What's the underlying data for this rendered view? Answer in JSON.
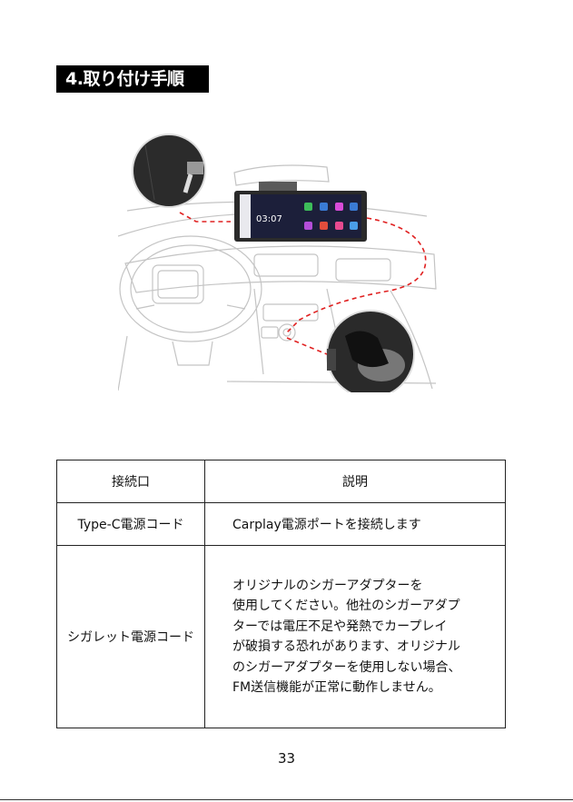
{
  "section": {
    "title": "4.取り付け手順"
  },
  "illustration": {
    "screen_time": "03:07"
  },
  "table": {
    "headers": [
      "接続口",
      "説明"
    ],
    "rows": [
      {
        "port": "Type-C電源コード",
        "description": [
          "Carplay電源ポートを接続します"
        ]
      },
      {
        "port": "シガレット電源コード",
        "description": [
          "オリジナルのシガーアダプターを",
          "使用してください。他社のシガーアダプ",
          "ターでは電圧不足や発熱でカープレイ",
          "が破損する恐れがあります、オリジナル",
          "のシガーアダプターを使用しない場合、",
          "FM送信機能が正常に動作しません。"
        ]
      }
    ]
  },
  "page": {
    "number": "33"
  },
  "colors": {
    "title_bg": "#000000",
    "cable": "#e02020",
    "line_art": "#bfbfbf"
  }
}
